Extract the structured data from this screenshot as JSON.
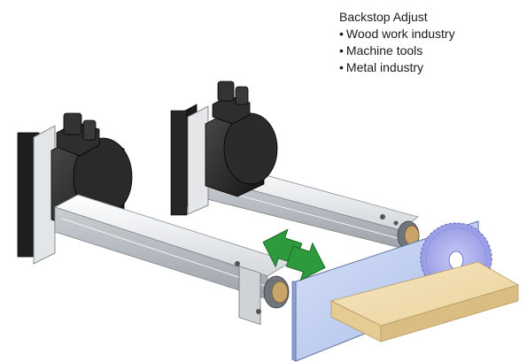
{
  "caption": {
    "title": "Backstop Adjust",
    "items": [
      "Wood work industry",
      "Machine tools",
      "Metal industry"
    ]
  },
  "illustration": {
    "components": [
      "servo-motor-front",
      "servo-motor-back",
      "linear-actuator-front",
      "linear-actuator-back",
      "backstop-plate",
      "saw-blade",
      "wooden-board"
    ],
    "arrows": [
      "move-left-arrow-icon",
      "move-right-arrow-icon"
    ],
    "colors": {
      "motor": "#2a2a2a",
      "actuator": "#e8ecef",
      "plate": "#b8c8f2",
      "blade": "#a6abf0",
      "board": "#f0ddb0",
      "arrow": "#2e9a3e"
    }
  }
}
